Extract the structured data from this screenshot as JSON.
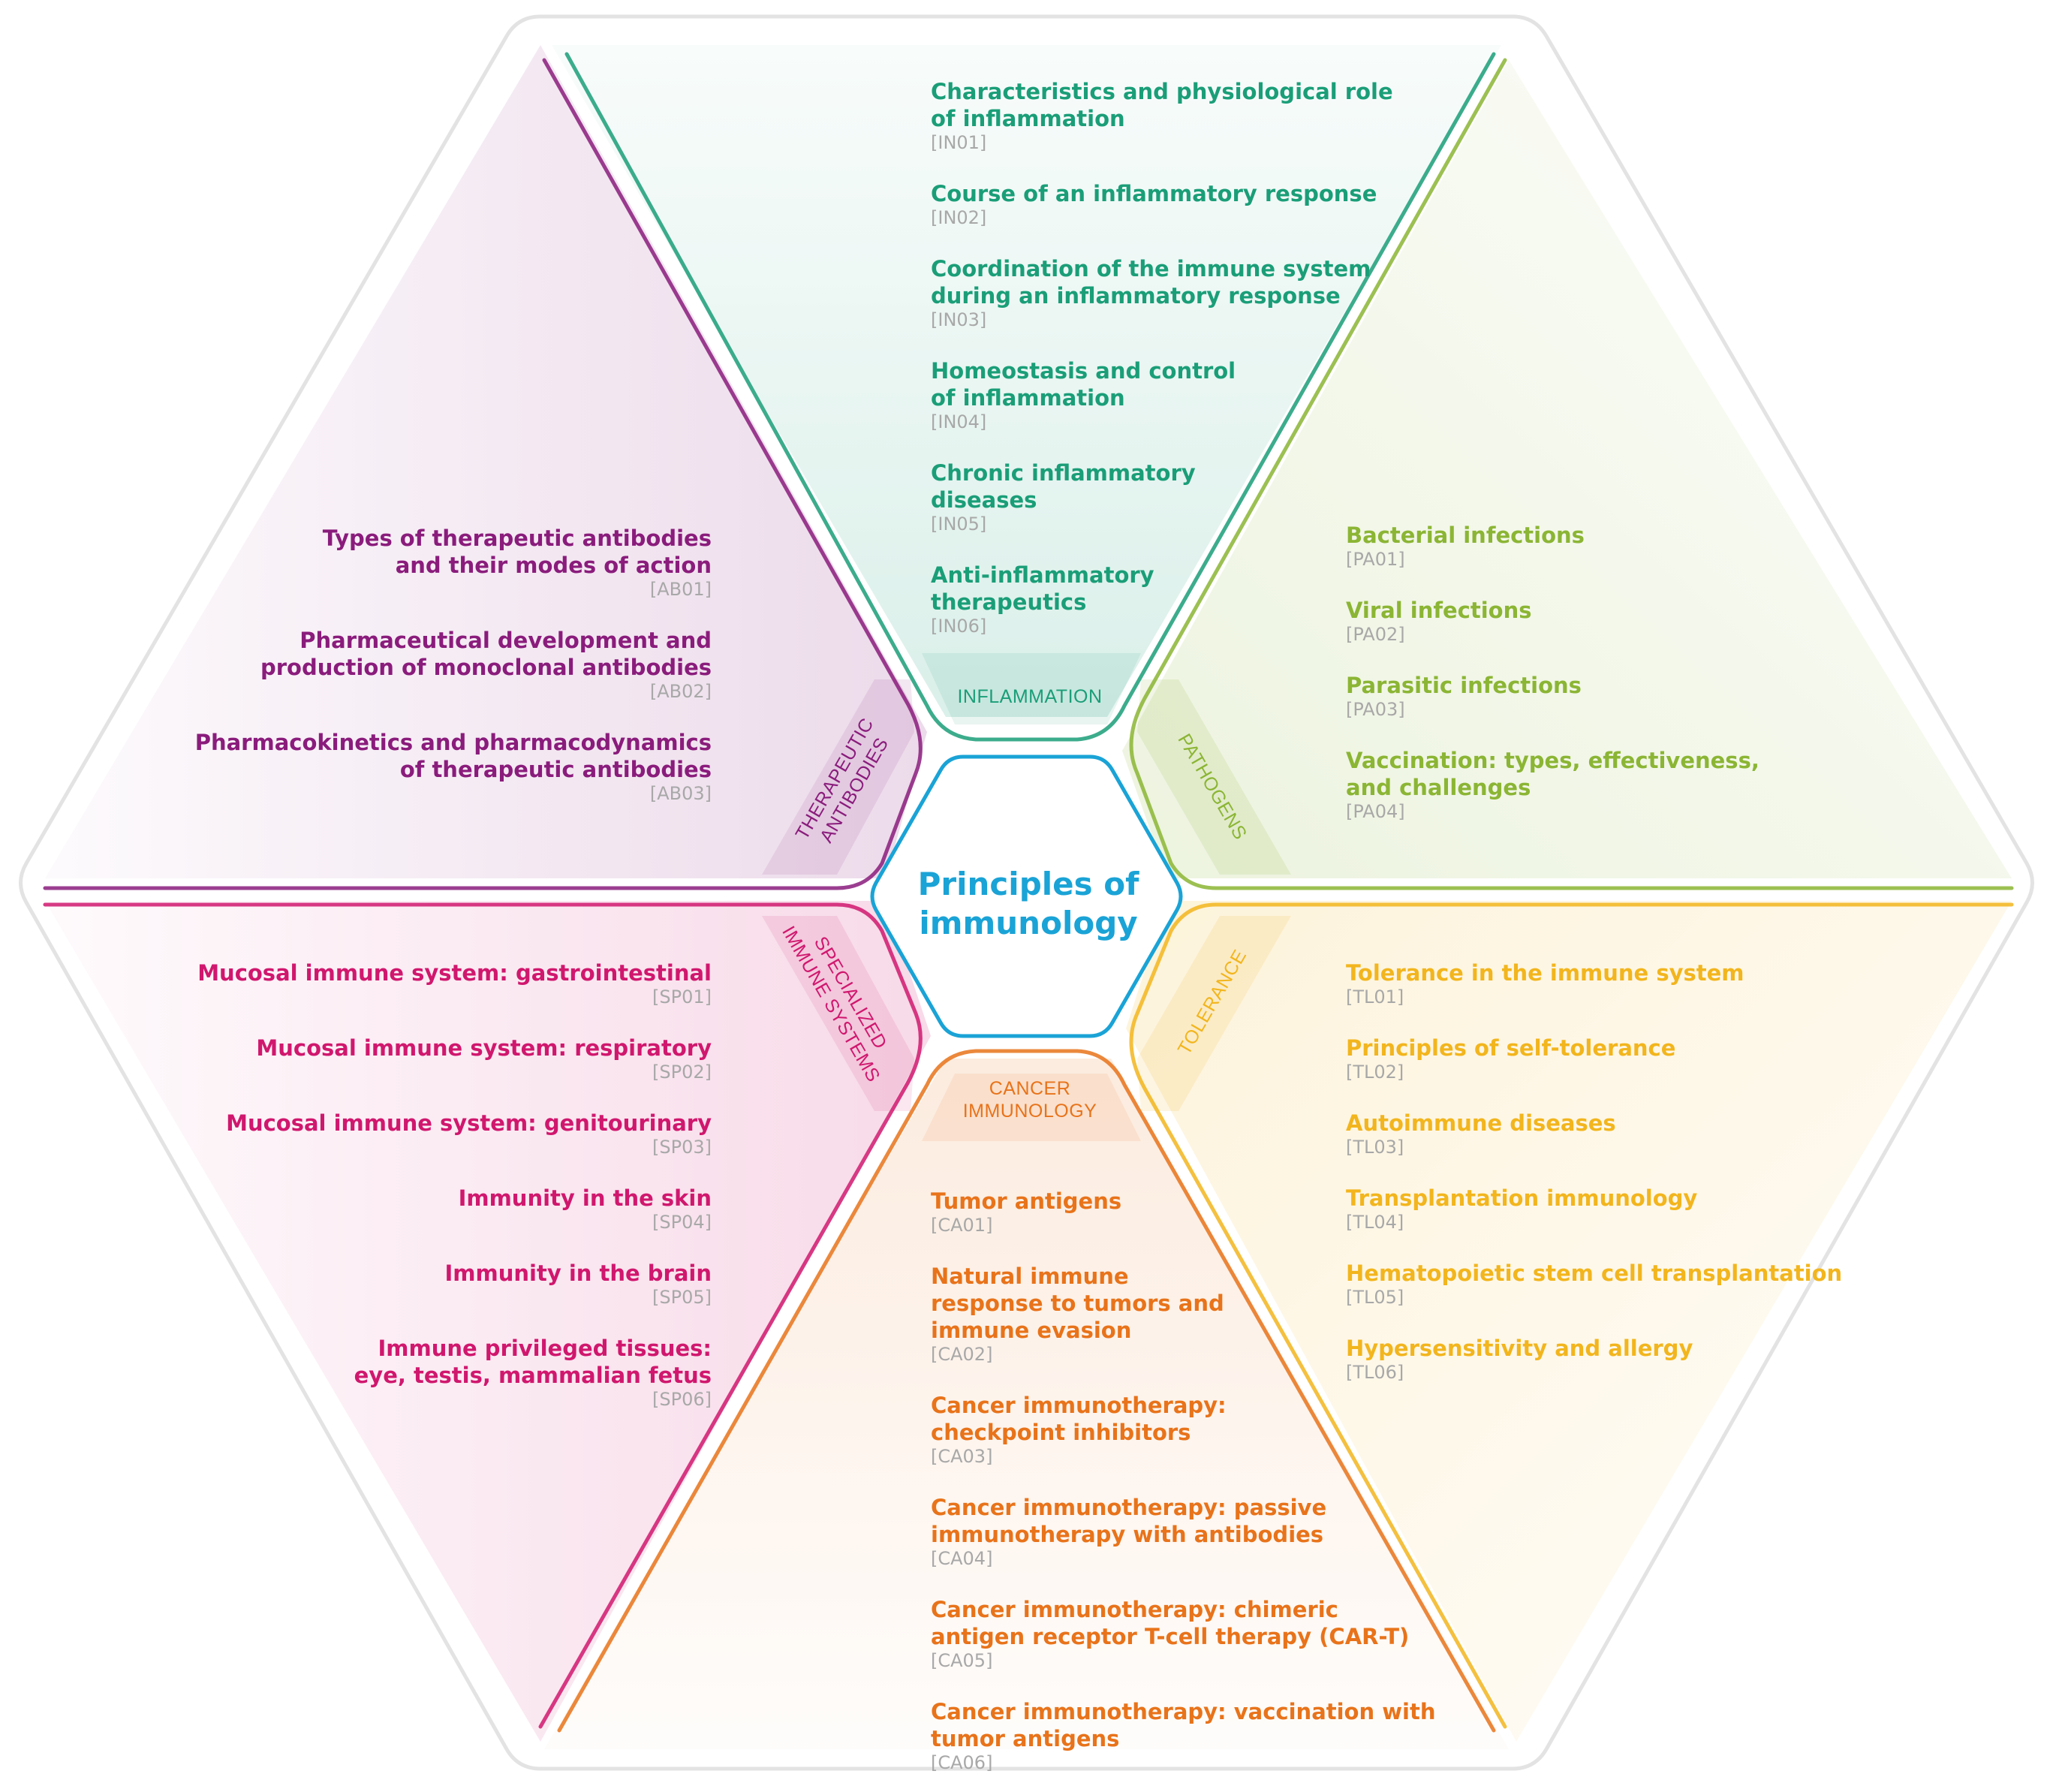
{
  "center": {
    "lines": [
      "Principles of",
      "immunology"
    ],
    "color": "#1aa3d6"
  },
  "colors": {
    "inflammation": "#1a9e78",
    "pathogens": "#8bb534",
    "tolerance": "#f2b51d",
    "cancer": "#e8731a",
    "specialized": "#d0176e",
    "antibodies": "#8a1c7c",
    "code": "#a8a8a8"
  },
  "sections": [
    {
      "id": "inflammation",
      "label": [
        "INFLAMMATION"
      ],
      "topics": [
        {
          "title": [
            "Characteristics and physiological role",
            "of inflammation"
          ],
          "code": "[IN01]"
        },
        {
          "title": [
            "Course of an inflammatory response"
          ],
          "code": "[IN02]"
        },
        {
          "title": [
            "Coordination of the immune system",
            "during an inflammatory response"
          ],
          "code": "[IN03]"
        },
        {
          "title": [
            "Homeostasis and control",
            "of inflammation"
          ],
          "code": "[IN04]"
        },
        {
          "title": [
            "Chronic inflammatory",
            "diseases"
          ],
          "code": "[IN05]"
        },
        {
          "title": [
            "Anti-inflammatory",
            "therapeutics"
          ],
          "code": "[IN06]"
        }
      ]
    },
    {
      "id": "pathogens",
      "label": [
        "PATHOGENS"
      ],
      "topics": [
        {
          "title": [
            "Bacterial infections"
          ],
          "code": "[PA01]"
        },
        {
          "title": [
            "Viral infections"
          ],
          "code": "[PA02]"
        },
        {
          "title": [
            "Parasitic infections"
          ],
          "code": "[PA03]"
        },
        {
          "title": [
            "Vaccination: types, effectiveness,",
            "and challenges"
          ],
          "code": "[PA04]"
        }
      ]
    },
    {
      "id": "tolerance",
      "label": [
        "TOLERANCE"
      ],
      "topics": [
        {
          "title": [
            "Tolerance in the immune system"
          ],
          "code": "[TL01]"
        },
        {
          "title": [
            "Principles of self-tolerance"
          ],
          "code": "[TL02]"
        },
        {
          "title": [
            "Autoimmune diseases"
          ],
          "code": "[TL03]"
        },
        {
          "title": [
            "Transplantation immunology"
          ],
          "code": "[TL04]"
        },
        {
          "title": [
            "Hematopoietic stem cell transplantation"
          ],
          "code": "[TL05]"
        },
        {
          "title": [
            "Hypersensitivity and allergy"
          ],
          "code": "[TL06]"
        }
      ]
    },
    {
      "id": "cancer",
      "label": [
        "CANCER",
        "IMMUNOLOGY"
      ],
      "topics": [
        {
          "title": [
            "Tumor antigens"
          ],
          "code": "[CA01]"
        },
        {
          "title": [
            "Natural immune",
            "response to tumors and",
            "immune evasion"
          ],
          "code": "[CA02]"
        },
        {
          "title": [
            "Cancer immunotherapy:",
            "checkpoint inhibitors"
          ],
          "code": "[CA03]"
        },
        {
          "title": [
            "Cancer immunotherapy: passive",
            "immunotherapy with antibodies"
          ],
          "code": "[CA04]"
        },
        {
          "title": [
            "Cancer immunotherapy: chimeric",
            "antigen receptor T-cell therapy (CAR-T)"
          ],
          "code": "[CA05]"
        },
        {
          "title": [
            "Cancer immunotherapy: vaccination with",
            "tumor antigens"
          ],
          "code": "[CA06]"
        }
      ]
    },
    {
      "id": "specialized",
      "label": [
        "SPECIALIZED",
        "IMMUNE SYSTEMS"
      ],
      "topics": [
        {
          "title": [
            "Mucosal immune system: gastrointestinal"
          ],
          "code": "[SP01]"
        },
        {
          "title": [
            "Mucosal immune system: respiratory"
          ],
          "code": "[SP02]"
        },
        {
          "title": [
            "Mucosal immune system: genitourinary"
          ],
          "code": "[SP03]"
        },
        {
          "title": [
            "Immunity in the skin"
          ],
          "code": "[SP04]"
        },
        {
          "title": [
            "Immunity in the brain"
          ],
          "code": "[SP05]"
        },
        {
          "title": [
            "Immune privileged tissues:",
            "eye, testis, mammalian fetus"
          ],
          "code": "[SP06]"
        }
      ]
    },
    {
      "id": "antibodies",
      "label": [
        "THERAPEUTIC",
        "ANTIBODIES"
      ],
      "topics": [
        {
          "title": [
            "Types of therapeutic antibodies",
            "and their modes of action"
          ],
          "code": "[AB01]"
        },
        {
          "title": [
            "Pharmaceutical development and",
            "production of monoclonal antibodies"
          ],
          "code": "[AB02]"
        },
        {
          "title": [
            "Pharmacokinetics and pharmacodynamics",
            "of therapeutic antibodies"
          ],
          "code": "[AB03]"
        }
      ]
    }
  ]
}
